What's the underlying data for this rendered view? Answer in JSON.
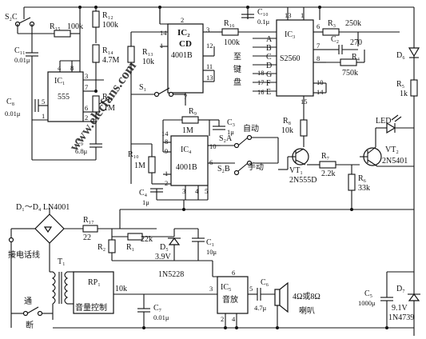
{
  "components": {
    "s2c": "S₂C",
    "r15": "R₁₅",
    "r15_val": "100k",
    "r12": "R₁₂",
    "r12_val": "100k",
    "r14": "R₁₄",
    "r14_val": "4.7M",
    "r13": "R₁₃",
    "r13_val": "10k",
    "r11": "R₁₁",
    "r11_val": "1M",
    "c11": "C₁₁",
    "c11_val": "0.01μ",
    "c8": "C₈",
    "c8_val": "0.01μ",
    "c9": "C₉",
    "c9_val": "6.8μ",
    "ic1": "IC₁",
    "ic1_val": "555",
    "ic2": "IC₂",
    "ic2_type": "CD",
    "ic2_val": "4001B",
    "s1": "S₁",
    "r16": "R₁₆",
    "r16_val": "100k",
    "c10": "C₁₀",
    "c10_val": "0.1μ",
    "ic3": "IC₃",
    "ic3_val": "S2560",
    "r3": "R₃",
    "r3_val": "250k",
    "c2": "C₂",
    "c2_val": "270",
    "r4": "R₄",
    "r4_val": "750k",
    "d6": "D₆",
    "r5": "R₅",
    "r5_val": "1k",
    "r9": "R₉",
    "r9_val": "1M",
    "c3": "C₃",
    "c3_val": "1μ",
    "r10": "R₁₀",
    "r10_val": "1M",
    "c4": "C₄",
    "c4_val": "1μ",
    "ic4": "IC₄",
    "ic4_val": "4001B",
    "s2a": "S₂A",
    "auto": "自动",
    "s2b": "S₂B",
    "manual": "手动",
    "r8": "R₈",
    "r8_val": "10k",
    "vt1": "VT₁",
    "vt1_val": "2N555D",
    "r7": "R₇",
    "r7_val": "2.2k",
    "r6": "R₆",
    "r6_val": "33k",
    "led": "LED",
    "vt2": "VT₂",
    "vt2_val": "2N5401",
    "keypad": [
      "至",
      "键",
      "盘"
    ],
    "ic3_pins_left": [
      "A",
      "B",
      "C",
      "D",
      "G",
      "F",
      "E"
    ],
    "bridge": "D₁～D₄  LN4001",
    "r17": "R₁₇",
    "r17_val": "22",
    "r2": "R₂",
    "r1": "R₁",
    "r1_val": "22k",
    "d5": "D₅",
    "d5_val": "3.9V",
    "c1": "C₁",
    "c1_val": "10μ",
    "d5_part": "1N5228",
    "line_label": "接电话线",
    "t1": "T₁",
    "rp1": "RP₁",
    "rp1_val": "10k",
    "volume": "音量控制",
    "on": "通",
    "off": "断",
    "c7": "C₇",
    "c7_val": "0.01μ",
    "ic5": "IC₅",
    "ic5_label": "音放",
    "c6": "C₆",
    "c6_val": "4.7μ",
    "speaker": "4Ω或8Ω",
    "speaker2": "喇叭",
    "c5": "C₅",
    "c5_val": "1000μ",
    "d7": "D₇",
    "d7_val": "9.1V",
    "d7_part": "1N4739",
    "watermark": "www.elecfans.com"
  }
}
